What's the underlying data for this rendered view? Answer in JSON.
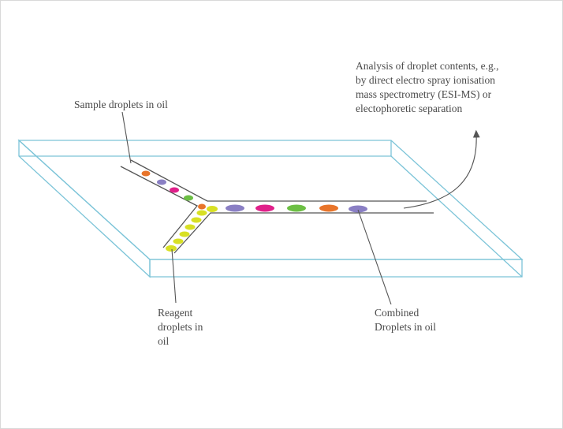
{
  "labels": {
    "analysis": [
      "Analysis of droplet contents, e.g.,",
      "by direct electro spray ionisation",
      "mass spectrometry (ESI-MS) or",
      "electophoretic separation"
    ],
    "sample": [
      "Sample droplets in oil"
    ],
    "reagent": [
      "Reagent",
      "droplets in",
      "oil"
    ],
    "combined": [
      "Combined",
      "Droplets in oil"
    ]
  },
  "colors": {
    "chip_edge": "#7cc4d8",
    "channel": "#555555",
    "leader": "#555555",
    "droplet_orange": "#e8742a",
    "droplet_purple": "#8a7fc4",
    "droplet_magenta": "#e0208a",
    "droplet_green": "#6cbf44",
    "droplet_yellow": "#d8e024"
  }
}
